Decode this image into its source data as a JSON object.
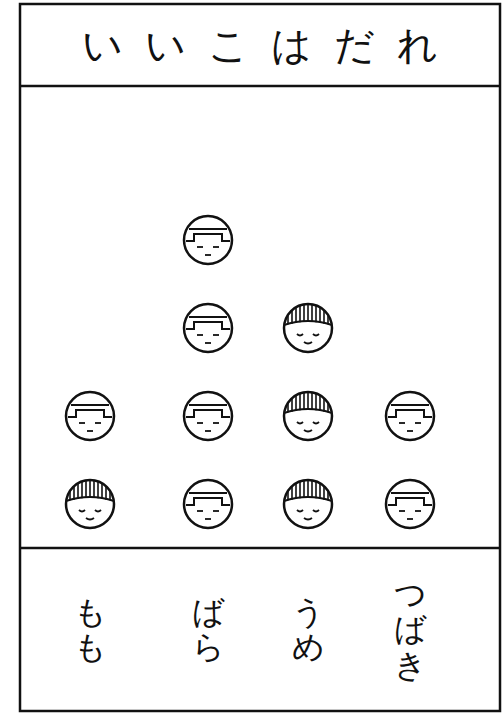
{
  "diagram": {
    "title": "いいこはだれ",
    "labels": [
      "もも",
      "ばら",
      "うめ",
      "つばき"
    ]
  }
}
